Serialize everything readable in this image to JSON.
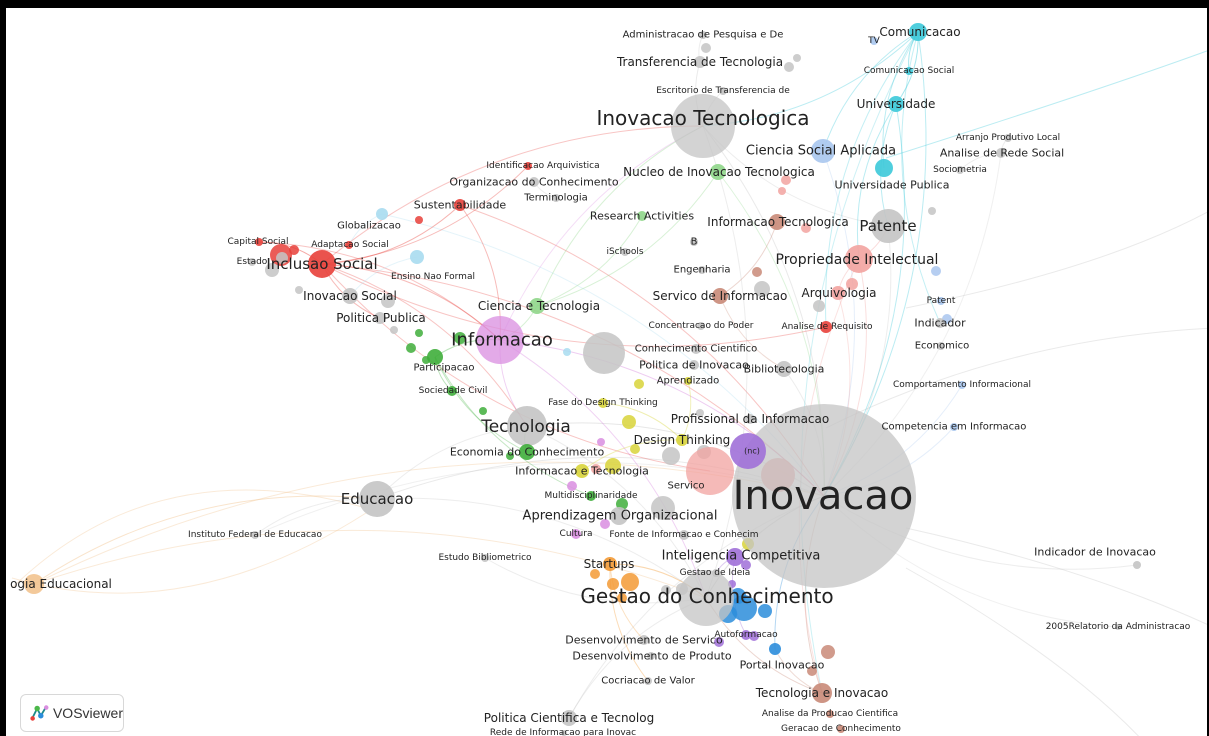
{
  "app": {
    "logo_text": "VOSviewer"
  },
  "colors": {
    "gray": "#c4c4c4",
    "cyan": "#3cc9d9",
    "lightblue": "#a9c6ee",
    "red": "#e8403a",
    "pink": "#f2a3a0",
    "green": "#3fae3b",
    "lightgreen": "#8fd68a",
    "violet": "#d98ee0",
    "purple": "#a070d8",
    "yellow": "#d8d43a",
    "orange": "#f39a35",
    "blue": "#2b8ddb",
    "brown": "#c98a78",
    "skyblue": "#a8dcf0",
    "tan": "#f2c38f"
  },
  "nodes": [
    {
      "id": "inovacao",
      "label": "Inovacao",
      "color": "gray"
    },
    {
      "id": "gestao_conhecimento",
      "label": "Gestao do Conhecimento",
      "color": "gray"
    },
    {
      "id": "inovacao_tecnologica",
      "label": "Inovacao Tecnologica",
      "color": "gray"
    },
    {
      "id": "informacao",
      "label": "Informacao",
      "color": "violet"
    },
    {
      "id": "tecnologia",
      "label": "Tecnologia",
      "color": "gray"
    },
    {
      "id": "educacao",
      "label": "Educacao",
      "color": "gray"
    },
    {
      "id": "patente",
      "label": "Patente",
      "color": "gray"
    },
    {
      "id": "propriedade_intelectual",
      "label": "Propriedade Intelectual",
      "color": "pink"
    },
    {
      "id": "inclusao_social",
      "label": "Inclusao Social",
      "color": "red"
    },
    {
      "id": "ciencia_social_aplicada",
      "label": "Ciencia Social Aplicada",
      "color": "lightblue"
    },
    {
      "id": "universidade",
      "label": "Universidade",
      "color": "cyan"
    },
    {
      "id": "comunicacao",
      "label": "Comunicacao",
      "color": "cyan"
    },
    {
      "id": "inteligencia_competitiva",
      "label": "Inteligencia Competitiva",
      "color": "purple"
    },
    {
      "id": "aprendizagem_organizacional",
      "label": "Aprendizagem Organizacional",
      "color": "gray"
    },
    {
      "id": "startups",
      "label": "Startups",
      "color": "orange"
    },
    {
      "id": "design_thinking",
      "label": "Design Thinking",
      "color": "yellow"
    },
    {
      "id": "profissional_informacao",
      "label": "Profissional da Informacao",
      "color": "gray"
    },
    {
      "id": "bibliotecologia",
      "label": "Bibliotecologia",
      "color": "gray"
    },
    {
      "id": "arquivologia",
      "label": "Arquivologia",
      "color": "pink"
    },
    {
      "id": "servico_informacao",
      "label": "Servico de Informacao",
      "color": "brown"
    },
    {
      "id": "ciencia_tecnologia",
      "label": "Ciencia e Tecnologia",
      "color": "lightgreen"
    },
    {
      "id": "nucleo_inovacao",
      "label": "Nucleo de Inovacao Tecnologica",
      "color": "lightgreen"
    },
    {
      "id": "informacao_tecnologica",
      "label": "Informacao Tecnologica",
      "color": "brown"
    },
    {
      "id": "transferencia_tecnologia",
      "label": "Transferencia de Tecnologia",
      "color": "gray"
    },
    {
      "id": "administracao_pesquisa",
      "label": "Administracao de Pesquisa e De",
      "color": "gray"
    },
    {
      "id": "escritorio_transferencia",
      "label": "Escritorio de Transferencia de",
      "color": "gray"
    },
    {
      "id": "tv",
      "label": "TV",
      "color": "lightblue"
    },
    {
      "id": "comunicacao_social",
      "label": "Comunicacao Social",
      "color": "cyan"
    },
    {
      "id": "arranjo_produtivo",
      "label": "Arranjo Produtivo Local",
      "color": "gray"
    },
    {
      "id": "analise_rede_social",
      "label": "Analise de Rede Social",
      "color": "gray"
    },
    {
      "id": "sociometria",
      "label": "Sociometria",
      "color": "gray"
    },
    {
      "id": "universidade_publica",
      "label": "Universidade Publica",
      "color": "cyan"
    },
    {
      "id": "identificacao_arquivistica",
      "label": "Identificacao Arquivistica",
      "color": "red"
    },
    {
      "id": "organizacao_conhecimento",
      "label": "Organizacao do Conhecimento",
      "color": "gray"
    },
    {
      "id": "terminologia",
      "label": "Terminologia",
      "color": "gray"
    },
    {
      "id": "sustentabilidade",
      "label": "Sustentabilidade",
      "color": "red"
    },
    {
      "id": "research_activities",
      "label": "Research Activities",
      "color": "lightgreen"
    },
    {
      "id": "globalizacao",
      "label": "Globalizacao",
      "color": "skyblue"
    },
    {
      "id": "capital_social",
      "label": "Capital Social",
      "color": "red"
    },
    {
      "id": "adaptacao_social",
      "label": "Adaptacao Social",
      "color": "red"
    },
    {
      "id": "estado",
      "label": "Estado",
      "color": "gray"
    },
    {
      "id": "ischools",
      "label": "iSchools",
      "color": "gray"
    },
    {
      "id": "b",
      "label": "B",
      "color": "gray"
    },
    {
      "id": "engenharia",
      "label": "Engenharia",
      "color": "gray"
    },
    {
      "id": "ensino_nao_formal",
      "label": "Ensino Nao Formal",
      "color": "skyblue"
    },
    {
      "id": "inovacao_social",
      "label": "Inovacao Social",
      "color": "gray"
    },
    {
      "id": "politica_publica",
      "label": "Politica Publica",
      "color": "gray"
    },
    {
      "id": "patent",
      "label": "Patent",
      "color": "lightblue"
    },
    {
      "id": "indicador",
      "label": "Indicador",
      "color": "gray"
    },
    {
      "id": "economico",
      "label": "Economico",
      "color": "gray"
    },
    {
      "id": "concentracao_poder",
      "label": "Concentracao do Poder",
      "color": "gray"
    },
    {
      "id": "analise_requisito",
      "label": "Analise de Requisito",
      "color": "red"
    },
    {
      "id": "conhecimento_cientifico",
      "label": "Conhecimento Cientifico",
      "color": "gray"
    },
    {
      "id": "politica_inovacao",
      "label": "Politica de Inovacao",
      "color": "gray"
    },
    {
      "id": "aprendizado",
      "label": "Aprendizado",
      "color": "yellow"
    },
    {
      "id": "participacao",
      "label": "Participacao",
      "color": "green"
    },
    {
      "id": "sociedade_civil",
      "label": "Sociedade Civil",
      "color": "green"
    },
    {
      "id": "comportamento_informacional",
      "label": "Comportamento Informacional",
      "color": "lightblue"
    },
    {
      "id": "fase_design_thinking",
      "label": "Fase do Design Thinking",
      "color": "yellow"
    },
    {
      "id": "competencia_informacao",
      "label": "Competencia em Informacao",
      "color": "lightblue"
    },
    {
      "id": "nc",
      "label": "(nc)",
      "color": "purple"
    },
    {
      "id": "economia_conhecimento",
      "label": "Economia do Conhecimento",
      "color": "green"
    },
    {
      "id": "informacao_e_tecnologia",
      "label": "Informacao e Tecnologia",
      "color": "yellow"
    },
    {
      "id": "servico",
      "label": "Servico",
      "color": "pink"
    },
    {
      "id": "multidisciplinaridade",
      "label": "Multidisciplinaridade",
      "color": "green"
    },
    {
      "id": "instituto_federal",
      "label": "Instituto Federal de Educacao",
      "color": "gray"
    },
    {
      "id": "cultura",
      "label": "Cultura",
      "color": "violet"
    },
    {
      "id": "fonte_informacao",
      "label": "Fonte de Informacao e Conhecim",
      "color": "gray"
    },
    {
      "id": "estudo_bibliometrico",
      "label": "Estudo Bibliometrico",
      "color": "gray"
    },
    {
      "id": "tecnologia_educacional",
      "label": "ogia Educacional",
      "color": "tan"
    },
    {
      "id": "gestao_ideia",
      "label": "Gestao de Ideia",
      "color": "gray"
    },
    {
      "id": "indicador_inovacao",
      "label": "Indicador de Inovacao",
      "color": "gray"
    },
    {
      "id": "relatorio_administracao",
      "label": "2005Relatorio da Administracao",
      "color": "gray"
    },
    {
      "id": "autoformacao",
      "label": "Autoformacao",
      "color": "purple"
    },
    {
      "id": "desenvolvimento_servico",
      "label": "Desenvolvimento de Servico",
      "color": "gray"
    },
    {
      "id": "desenvolvimento_produto",
      "label": "Desenvolvimento de Produto",
      "color": "gray"
    },
    {
      "id": "portal_inovacao",
      "label": "Portal Inovacao",
      "color": "blue"
    },
    {
      "id": "cocriacao_valor",
      "label": "Cocriacao de Valor",
      "color": "gray"
    },
    {
      "id": "tecnologia_inovacao",
      "label": "Tecnologia e Inovacao",
      "color": "brown"
    },
    {
      "id": "politica_cientifica",
      "label": "Politica Cientifica e Tecnolog",
      "color": "gray"
    },
    {
      "id": "analise_producao",
      "label": "Analise da Producao Cientifica",
      "color": "brown"
    },
    {
      "id": "rede_informacao",
      "label": "Rede de Informacao para Inovac",
      "color": "gray"
    },
    {
      "id": "geracao_conhecimento",
      "label": "Geracao de Conhecimento",
      "color": "brown"
    },
    {
      "id": "globalizacao_2",
      "label": "Globalizacao",
      "color": "gray"
    }
  ]
}
